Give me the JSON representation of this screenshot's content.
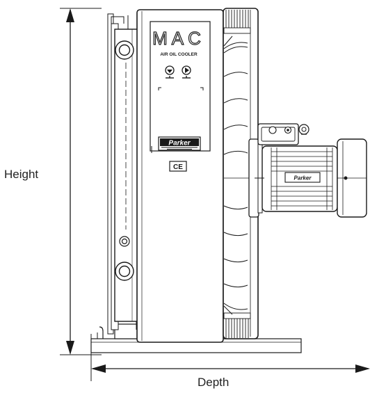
{
  "dimensions": {
    "height_label": "Height",
    "depth_label": "Depth"
  },
  "label_panel": {
    "brand": "MAC",
    "product": "AIR OIL COOLER",
    "manufacturer_logo": "Parker",
    "certification_mark": "CE"
  },
  "motor": {
    "badge": "Parker"
  },
  "colors": {
    "line": "#1a1a1a",
    "background": "#ffffff",
    "label_text": "#222222"
  },
  "icons": [
    "oil-inlet-symbol-icon",
    "oil-outlet-symbol-icon",
    "parker-logo-icon",
    "ce-mark-icon"
  ]
}
